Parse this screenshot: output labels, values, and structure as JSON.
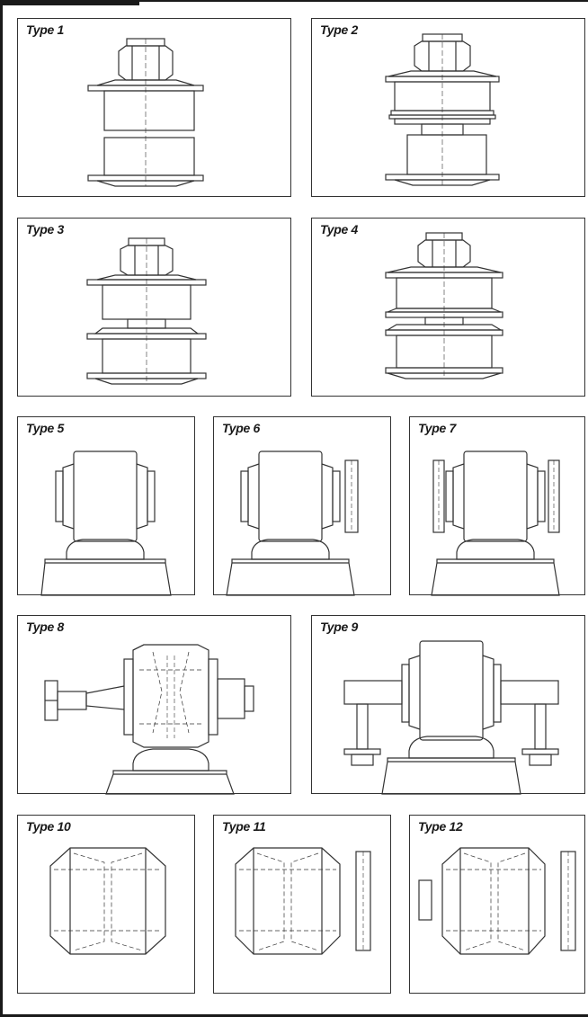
{
  "panels": [
    {
      "label": "Type 1"
    },
    {
      "label": "Type 2"
    },
    {
      "label": "Type 3"
    },
    {
      "label": "Type 4"
    },
    {
      "label": "Type 5"
    },
    {
      "label": "Type 6"
    },
    {
      "label": "Type 7"
    },
    {
      "label": "Type 8"
    },
    {
      "label": "Type 9"
    },
    {
      "label": "Type 10"
    },
    {
      "label": "Type 11"
    },
    {
      "label": "Type 12"
    }
  ],
  "colors": {
    "line": "#333333",
    "frame": "#1a1a1a",
    "background": "#ffffff"
  }
}
